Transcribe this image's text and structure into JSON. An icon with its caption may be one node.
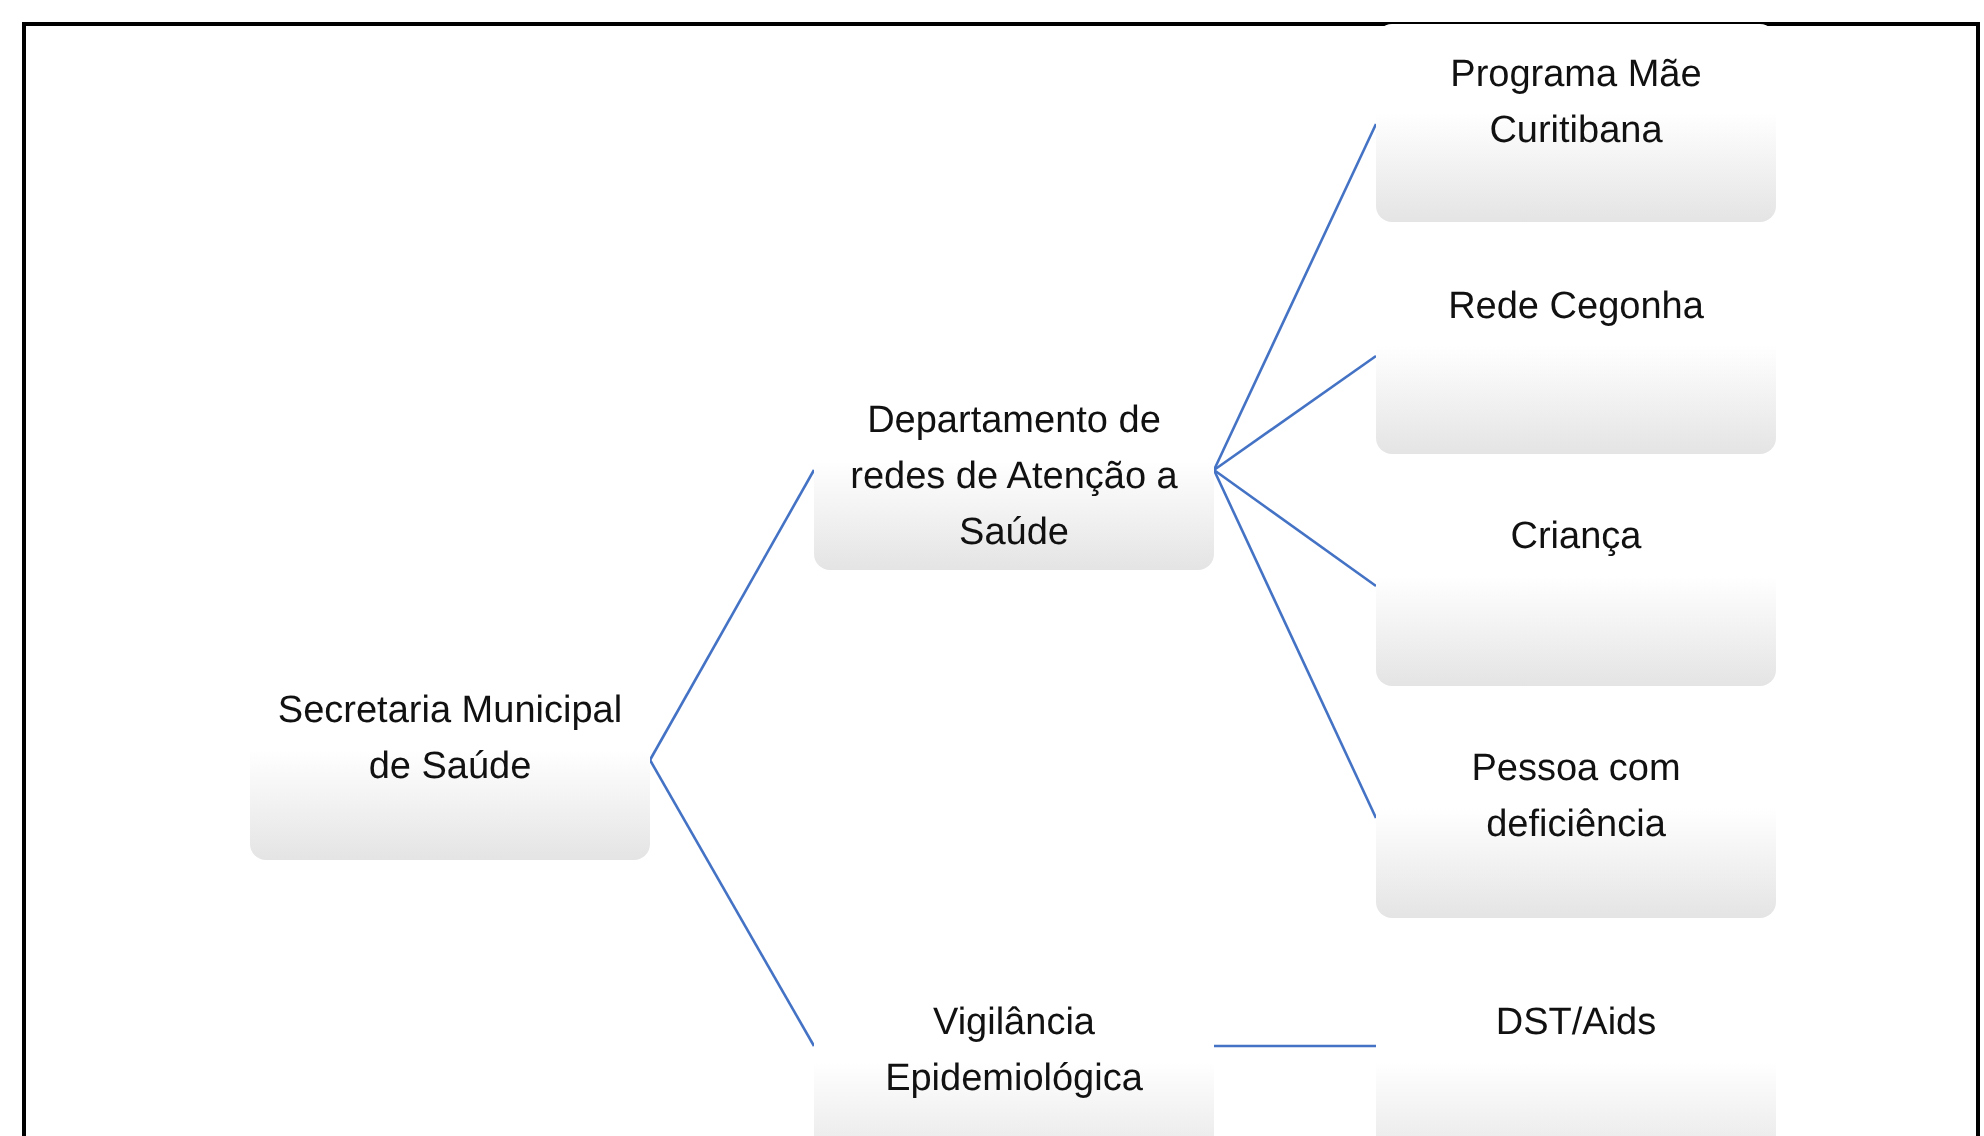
{
  "diagram": {
    "nodes": [
      {
        "text": [
          "Secretaria Municipal de Saúde"
        ]
      },
      {
        "text": [
          "Departamento de redes de Atenção a Saúde"
        ]
      },
      {
        "text": [
          "Vigilância Epidemiológica"
        ]
      },
      {
        "text": [
          "Programa Mãe Curitibana"
        ]
      },
      {
        "text": [
          "Rede Cegonha"
        ]
      },
      {
        "text": [
          "Criança"
        ]
      },
      {
        "text": [
          "Pessoa com deficiência"
        ]
      },
      {
        "text": [
          "DST/Aids"
        ]
      }
    ],
    "edges": [
      {
        "from": 0,
        "to": 1,
        "arrow": "none"
      },
      {
        "from": 0,
        "to": 2,
        "arrow": "none"
      },
      {
        "from": 1,
        "to": 3,
        "arrow": "none"
      },
      {
        "from": 1,
        "to": 4,
        "arrow": "none"
      },
      {
        "from": 1,
        "to": 5,
        "arrow": "none"
      },
      {
        "from": 1,
        "to": 6,
        "arrow": "none"
      },
      {
        "from": 2,
        "to": 7,
        "arrow": "none"
      }
    ]
  }
}
